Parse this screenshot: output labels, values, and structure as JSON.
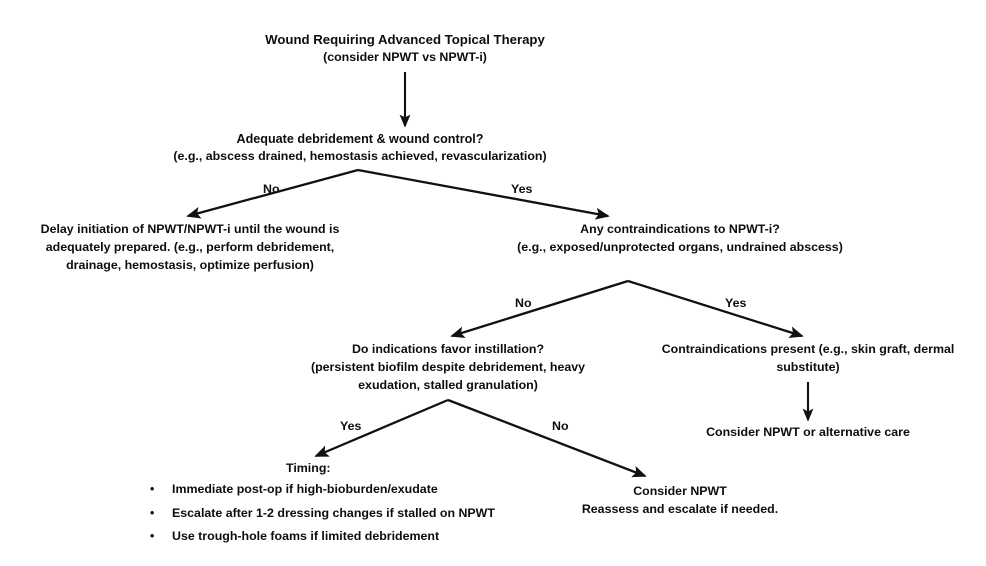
{
  "diagram": {
    "title_node": {
      "lines": [
        "Wound Requiring Advanced Topical Therapy",
        "(consider NPWT vs NPWT-i)"
      ]
    },
    "node_adequacy": {
      "lines": [
        "Adequate debridement & wound control?",
        "(e.g., abscess drained, hemostasis achieved, revascularization)"
      ]
    },
    "node_delay": {
      "lines": [
        "Delay initiation of NPWT/NPWT-i until the wound is",
        "adequately prepared. (e.g., perform debridement,",
        "drainage, hemostasis, optimize perfusion)"
      ]
    },
    "node_contra_q": {
      "lines": [
        "Any contraindications to NPWT-i?",
        "(e.g., exposed/unprotected organs, undrained abscess)"
      ]
    },
    "node_indications": {
      "lines": [
        "Do indications favor instillation?",
        "(persistent biofilm despite debridement, heavy",
        "exudation, stalled granulation)"
      ]
    },
    "node_contra_present": {
      "lines": [
        "Contraindications present (e.g., skin graft, dermal",
        "substitute)"
      ]
    },
    "node_consider_alt": {
      "lines": [
        "Consider NPWT or alternative care"
      ]
    },
    "node_timing": {
      "heading": "Timing:",
      "bullet_glyph": "•",
      "bullets": [
        "Immediate post-op if high-bioburden/exudate",
        "Escalate after 1-2 dressing changes if stalled on NPWT",
        "Use trough-hole foams if limited debridement"
      ]
    },
    "node_consider_npwt": {
      "lines": [
        "Consider NPWT",
        "Reassess and escalate if needed."
      ]
    },
    "branch_labels": {
      "adequacy_no": "No",
      "adequacy_yes": "Yes",
      "contra_no": "No",
      "contra_yes": "Yes",
      "indications_yes": "Yes",
      "indications_no": "No"
    },
    "colors": {
      "stroke": "#111111",
      "text": "#0d0d0d",
      "background": "#ffffff"
    }
  }
}
